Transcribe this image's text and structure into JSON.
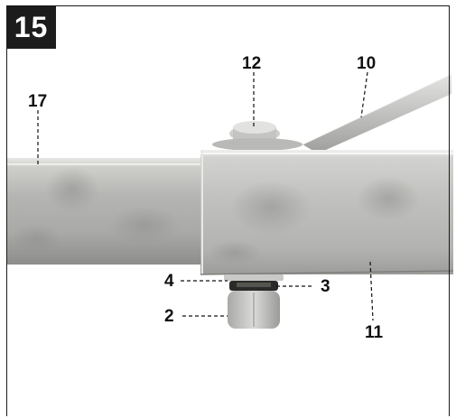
{
  "figure": {
    "number": "15"
  },
  "callouts": {
    "c17": "17",
    "c12": "12",
    "c10": "10",
    "c4": "4",
    "c3": "3",
    "c2": "2",
    "c11": "11"
  },
  "colors": {
    "badge_bg": "#1c1c1c",
    "badge_text": "#ffffff",
    "frame": "#1a1a1a"
  }
}
